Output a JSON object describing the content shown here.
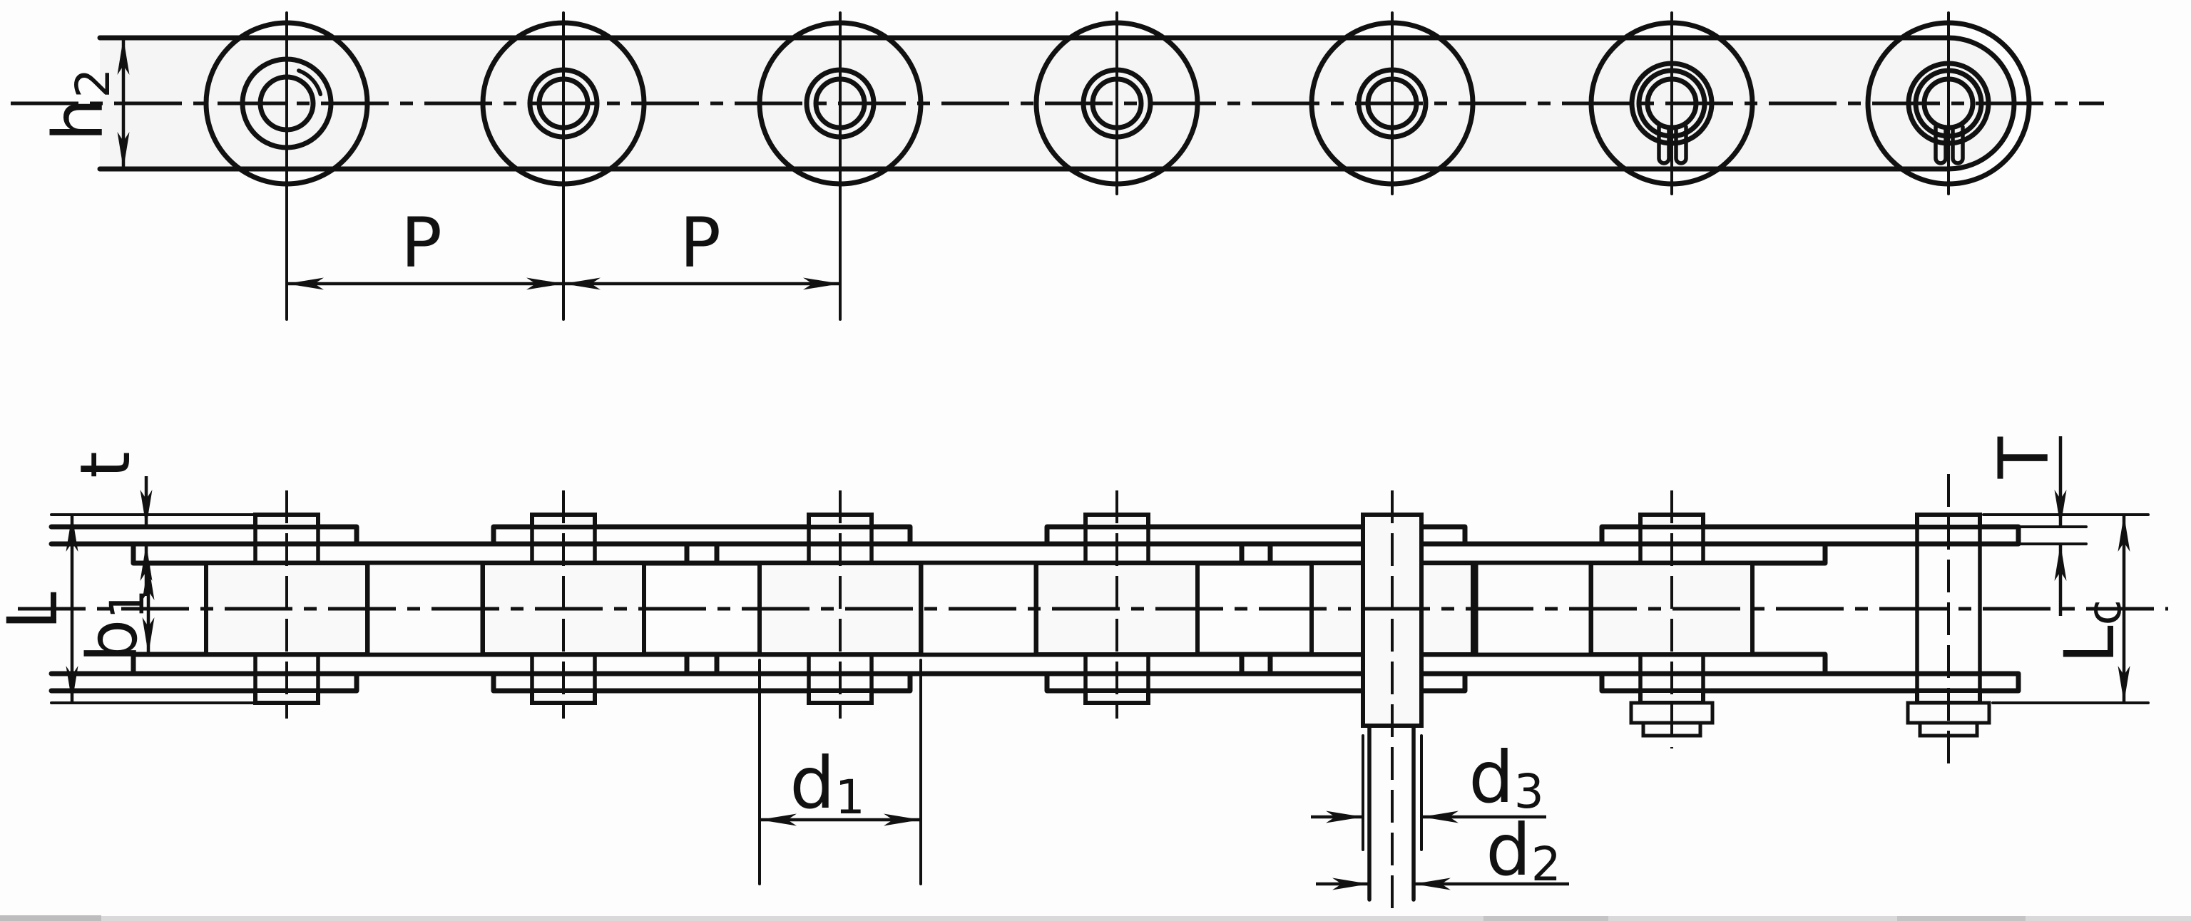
{
  "drawing": {
    "ink_color": "#111111",
    "paper_color": "#fdfdfd",
    "side_view": {
      "labels": {
        "plate_height": {
          "base": "h",
          "sub": "2"
        },
        "pitch_left": {
          "base": "P",
          "sub": ""
        },
        "pitch_right": {
          "base": "P",
          "sub": ""
        }
      }
    },
    "plan_view": {
      "labels": {
        "inner_plate_thickness": {
          "base": "t",
          "sub": ""
        },
        "pin_length": {
          "base": "L",
          "sub": ""
        },
        "inner_width": {
          "base": "b",
          "sub": "1"
        },
        "roller_diameter": {
          "base": "d",
          "sub": "1"
        },
        "bush_diameter": {
          "base": "d",
          "sub": "3"
        },
        "pin_diameter": {
          "base": "d",
          "sub": "2"
        },
        "outer_plate_thickness": {
          "base": "T",
          "sub": ""
        },
        "pin_length_cotter": {
          "base": "L",
          "sub": "c"
        }
      }
    }
  }
}
